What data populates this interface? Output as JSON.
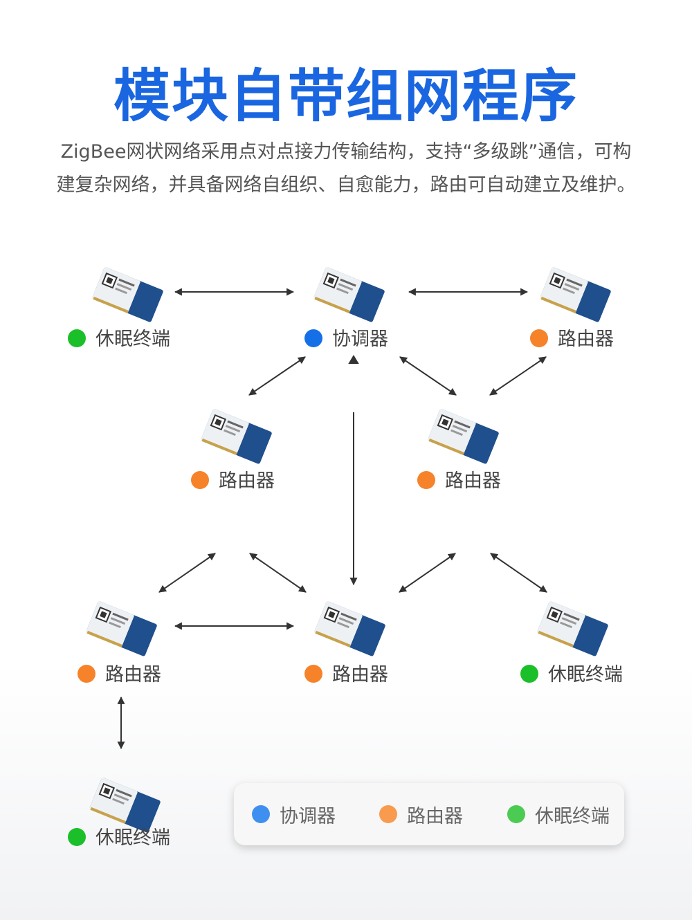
{
  "title": "模块自带组网程序",
  "description": {
    "line1": "ZigBee网状网络采用点对点接力传输结构，支持“多级跳”通信，可构",
    "line2": "建复杂网络，并具备网络自组织、自愈能力，路由可自动建立及维护。"
  },
  "colors": {
    "title": "#1a66e0",
    "coordinator": "#1570e8",
    "router": "#f6822a",
    "sleep_end": "#1bbf2a",
    "arrow": "#333333",
    "module_pcb": "#1f4f8c"
  },
  "nodes": [
    {
      "id": "n1",
      "type": "sleep_end",
      "label": "休眠终端"
    },
    {
      "id": "n2",
      "type": "coordinator",
      "label": "协调器"
    },
    {
      "id": "n3",
      "type": "router",
      "label": "路由器"
    },
    {
      "id": "n4",
      "type": "router",
      "label": "路由器"
    },
    {
      "id": "n5",
      "type": "router",
      "label": "路由器"
    },
    {
      "id": "n6",
      "type": "router",
      "label": "路由器"
    },
    {
      "id": "n7",
      "type": "router",
      "label": "路由器"
    },
    {
      "id": "n8",
      "type": "sleep_end",
      "label": "休眠终端"
    },
    {
      "id": "n9",
      "type": "sleep_end",
      "label": "休眠终端"
    }
  ],
  "legend": [
    {
      "type": "coordinator",
      "label": "协调器",
      "color": "#3f8ff0"
    },
    {
      "type": "router",
      "label": "路由器",
      "color": "#f99b4f"
    },
    {
      "type": "sleep_end",
      "label": "休眠终端",
      "color": "#4ccb52"
    }
  ]
}
